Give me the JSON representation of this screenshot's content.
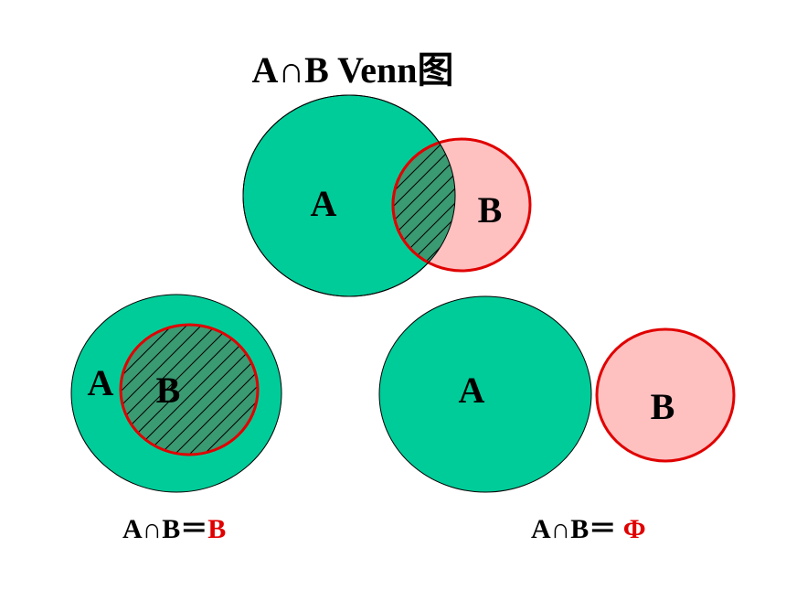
{
  "title": "A∩B  Venn图",
  "colors": {
    "set_a_fill": "#00cc99",
    "set_b_fill": "#ffc0c0",
    "set_b_stroke": "#e00000",
    "intersection_fill": "#3a9a72",
    "hatch": "#000000",
    "highlight_text": "#e00000"
  },
  "diagrams": [
    {
      "name": "partial-overlap",
      "label_a": "A",
      "label_b": "B"
    },
    {
      "name": "b-subset-of-a",
      "label_a": "A",
      "label_b": "B",
      "caption_prefix": "A∩B＝",
      "caption_result": "B"
    },
    {
      "name": "disjoint",
      "label_a": "A",
      "label_b": "B",
      "caption_prefix": "A∩B＝ ",
      "caption_result": "Φ"
    }
  ]
}
